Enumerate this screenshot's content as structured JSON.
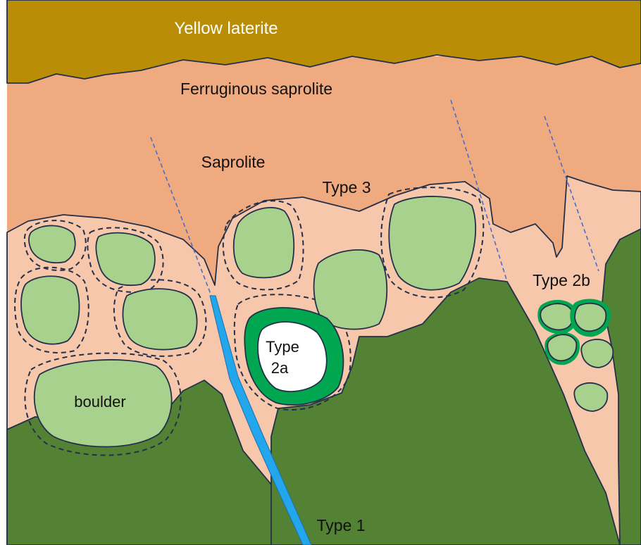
{
  "labels": {
    "yellow_laterite": "Yellow laterite",
    "ferruginous_saprolite": "Ferruginous saprolite",
    "saprolite": "Saprolite",
    "type_3": "Type 3",
    "type_2a_line1": "Type",
    "type_2a_line2": "2a",
    "type_2b": "Type 2b",
    "type_1": "Type 1",
    "boulder": "boulder"
  },
  "colors": {
    "yellow_laterite": "#b98d05",
    "ferruginous_saprolite": "#f0aa7f",
    "saprolite": "#f6c7ab",
    "bedrock": "#548235",
    "boulder": "#a9d18e",
    "rim": "#00a650",
    "vein": "#23a6eb",
    "outline": "#24304a"
  }
}
